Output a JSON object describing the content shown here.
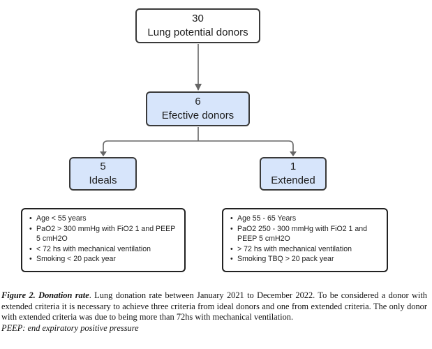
{
  "flowchart": {
    "nodes": {
      "potential_donors": {
        "count": "30",
        "label": "Lung potential donors"
      },
      "effective_donors": {
        "count": "6",
        "label": "Efective donors"
      },
      "ideals": {
        "count": "5",
        "label": "Ideals"
      },
      "extended": {
        "count": "1",
        "label": "Extended"
      }
    },
    "criteria": {
      "ideals": [
        "Age < 55 years",
        "PaO2 > 300 mmHg with FiO2 1 and PEEP 5 cmH2O",
        "< 72 hs with mechanical ventilation",
        "Smoking < 20 pack year"
      ],
      "extended": [
        "Age 55 - 65 Years",
        "PaO2 250 - 300 mmHg with FiO2 1 and PEEP 5 cmH2O",
        "> 72 hs with mechanical ventilation",
        "Smoking TBQ > 20 pack year"
      ]
    },
    "colors": {
      "highlight_fill": "#d7e5fb",
      "plain_fill": "#ffffff",
      "border": "#3a3a3a",
      "connector": "#666666"
    }
  },
  "caption": {
    "title": "Figure 2. Donation rate",
    "text": ". Lung donation rate between January 2021 to December 2022. To be considered a donor with extended criteria it is necessary to achieve three criteria from ideal donors and one from extended criteria. The only donor with extended criteria was due to being more than 72hs with mechanical ventilation.",
    "note": "PEEP: end expiratory positive pressure"
  }
}
